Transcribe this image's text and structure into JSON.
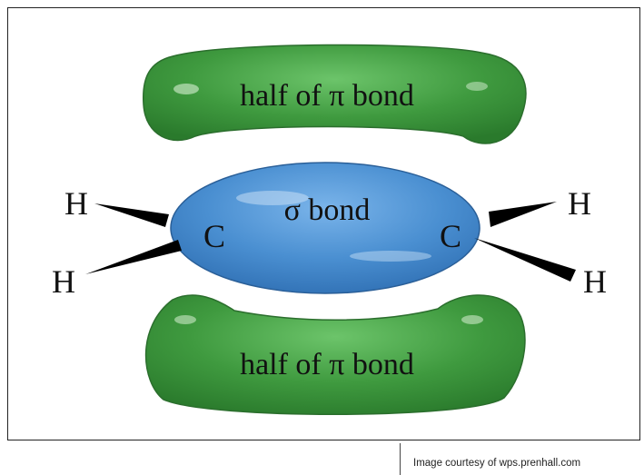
{
  "diagram": {
    "pi_top_label": "half of π bond",
    "pi_bottom_label": "half of π bond",
    "sigma_label": "σ bond",
    "atoms": {
      "carbon_left": "C",
      "carbon_right": "C",
      "h_top_left": "H",
      "h_bottom_left": "H",
      "h_top_right": "H",
      "h_bottom_right": "H"
    },
    "colors": {
      "pi_orbital": "#3f9a3f",
      "sigma_orbital": "#4a8fd1",
      "bond_wedge": "#000000"
    }
  },
  "credit": "Image courtesy of wps.prenhall.com"
}
